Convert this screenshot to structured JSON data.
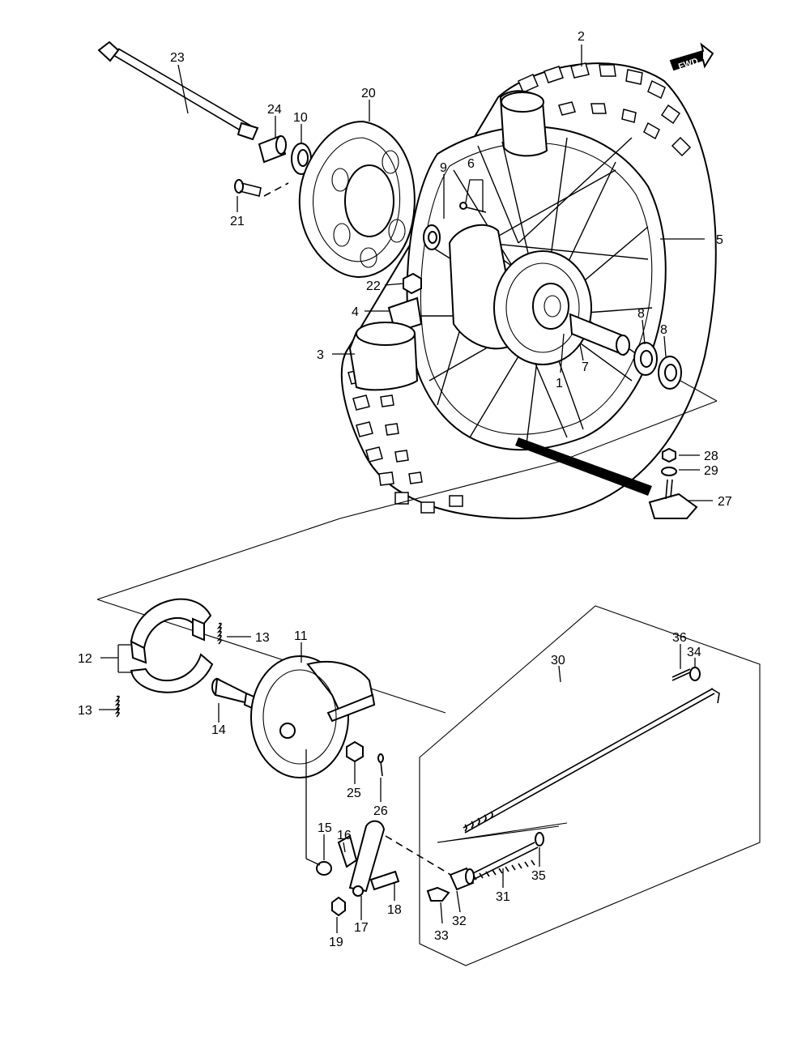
{
  "diagram": {
    "direction_badge": "FWD",
    "callouts": [
      "1",
      "2",
      "3",
      "4",
      "5",
      "6",
      "7",
      "8",
      "8",
      "9",
      "10",
      "11",
      "12",
      "13",
      "13",
      "14",
      "15",
      "16",
      "17",
      "18",
      "19",
      "20",
      "21",
      "22",
      "23",
      "24",
      "25",
      "26",
      "27",
      "28",
      "29",
      "30",
      "31",
      "32",
      "33",
      "34",
      "35",
      "36"
    ]
  }
}
